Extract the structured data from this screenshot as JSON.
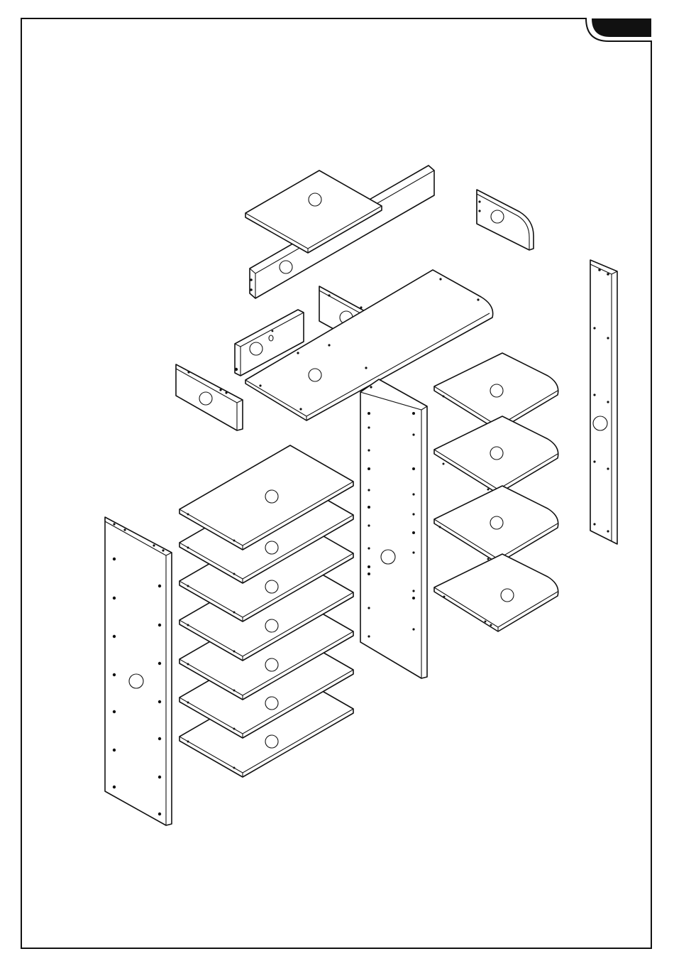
{
  "page": {
    "tab_label": "",
    "frame_color": "#111111",
    "tab_color": "#111111"
  },
  "parts": [
    {
      "name": "top-board"
    },
    {
      "name": "back-rail"
    },
    {
      "name": "corner-bracket"
    },
    {
      "name": "right-side-post"
    },
    {
      "name": "middle-top-board"
    },
    {
      "name": "divider-block-upper"
    },
    {
      "name": "divider-block-middle"
    },
    {
      "name": "divider-block-lower"
    },
    {
      "name": "center-upright-panel"
    },
    {
      "name": "left-side-panel"
    },
    {
      "name": "left-shelf",
      "count": 7
    },
    {
      "name": "right-corner-shelf",
      "count": 4
    }
  ]
}
